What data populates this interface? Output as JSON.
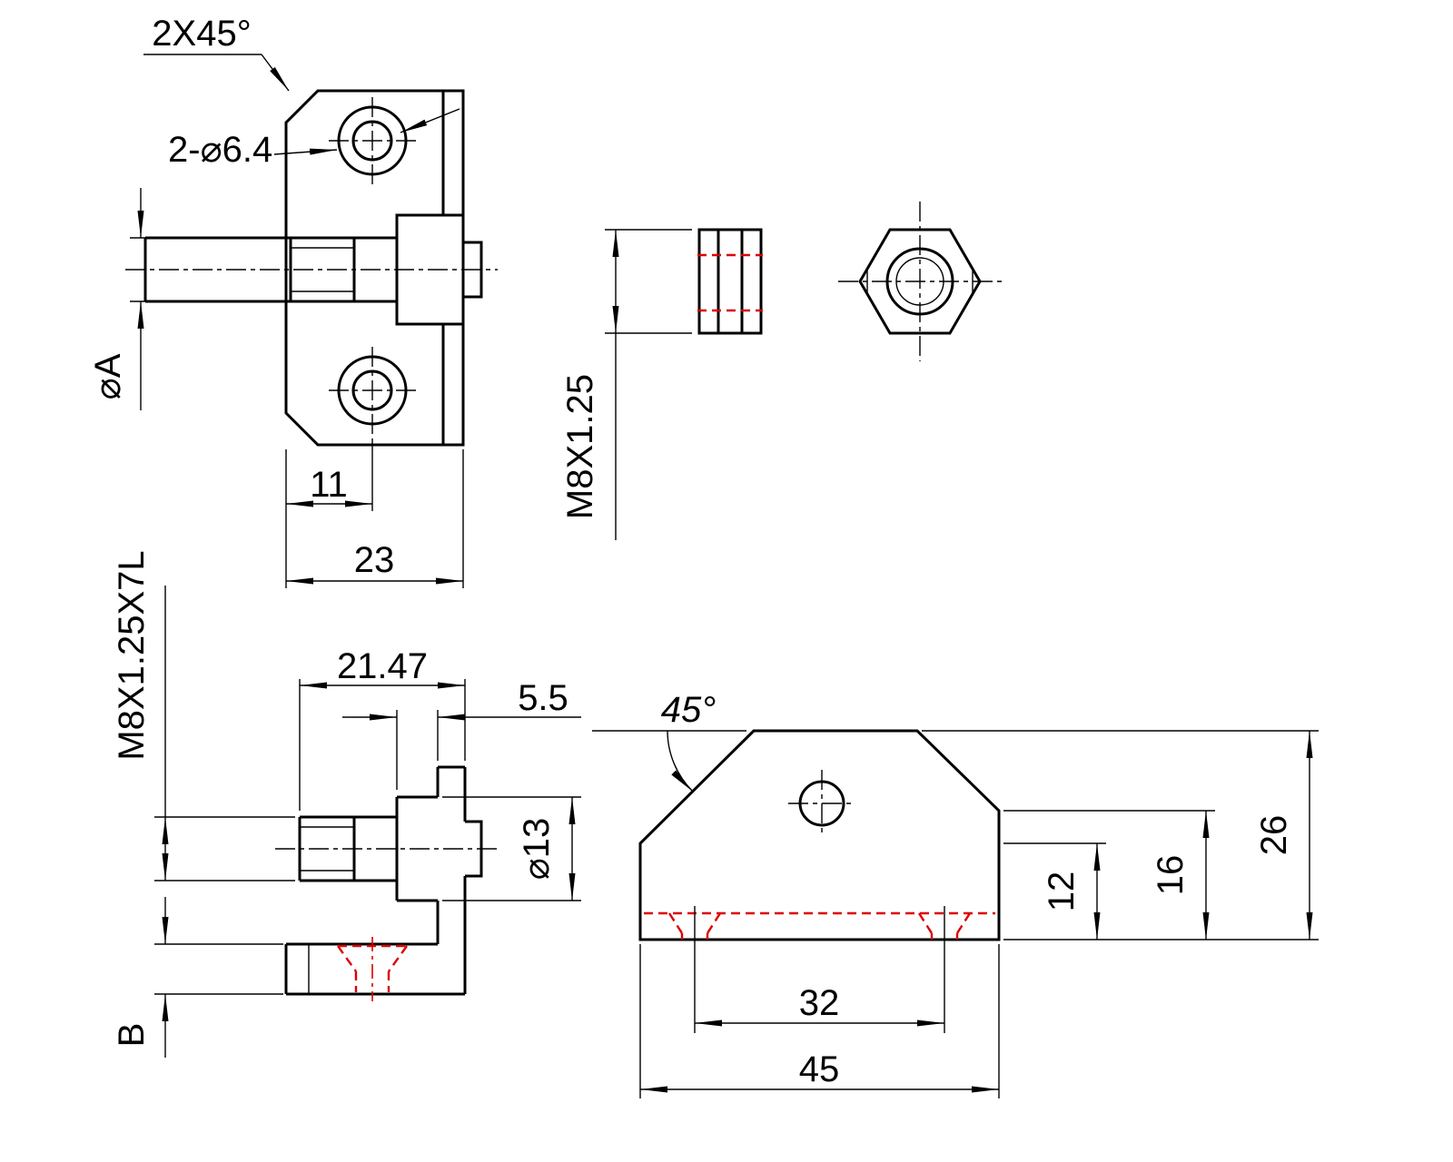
{
  "colors": {
    "outline": "#000000",
    "hidden_feature": "#dd0000"
  },
  "labels": {
    "front_chamfer": "2X45°",
    "front_holes": "2-⌀6.4",
    "front_stud_dia": "⌀A",
    "front_hole_offset": "11",
    "front_width": "23",
    "nut_thread": "M8X1.25",
    "side_stud_thread": "M8X1.25X7L",
    "side_length": "21.47",
    "side_boss_len": "5.5",
    "side_boss_dia": "⌀13",
    "side_foot_thk": "B",
    "plan_chamfer_angle": "45°",
    "plan_left_height": "12",
    "plan_right_height": "16",
    "plan_depth": "26",
    "plan_hole_spacing": "32",
    "plan_width": "45"
  }
}
